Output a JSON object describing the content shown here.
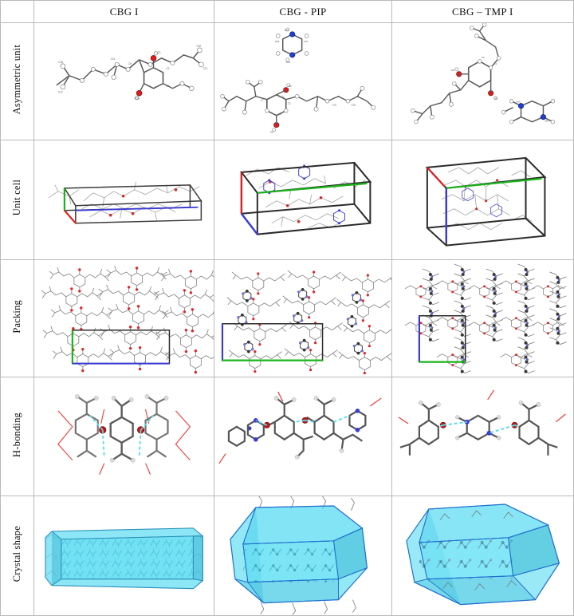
{
  "figure": {
    "type": "crystallography-comparison-table",
    "columns": [
      {
        "id": "cbg1",
        "label": "CBG I"
      },
      {
        "id": "cbgpip",
        "label": "CBG - PIP"
      },
      {
        "id": "cbgtmpi",
        "label": "CBG – TMP I"
      }
    ],
    "rows": [
      {
        "id": "asymmetric_unit",
        "label": "Asymmetric unit"
      },
      {
        "id": "unit_cell",
        "label": "Unit cell"
      },
      {
        "id": "packing",
        "label": "Packing"
      },
      {
        "id": "h_bonding",
        "label": "H-bonding"
      },
      {
        "id": "crystal_shape",
        "label": "Crystal shape"
      }
    ],
    "corner_label": ""
  },
  "colors": {
    "grid_line": "#b9b9b9",
    "bond_grey": "#5a5a5a",
    "carbon_grey": "#4a4a4a",
    "oxygen_red": "#e01b1b",
    "nitrogen_blue": "#1f3fd8",
    "hydrogen_white": "#ffffff",
    "axis_a_red": "#e02020",
    "axis_b_green": "#19b419",
    "axis_c_blue": "#3a3ad8",
    "cell_edge_black": "#2b2b2b",
    "hbond_cyan": "#55ddee",
    "hbond_red": "#ee2222",
    "crystal_face_cyan": "#45d7f0",
    "crystal_face_cyan_dark": "#2fb4cf",
    "crystal_edge_blue": "#1f6fd0",
    "background": "#ffffff"
  },
  "cells": {
    "asymmetric_unit": {
      "cbg1": {
        "render": "ortep-molecule",
        "description": "Single cannabigerol molecule, extended conformation, labelled thermal ellipsoids",
        "molecule_count": 1,
        "components": [
          "CBG"
        ],
        "atom_labels_visible": true,
        "heteroatoms": [
          {
            "element": "O",
            "count": 2,
            "color": "oxygen_red"
          }
        ]
      },
      "cbgpip": {
        "render": "ortep-molecule",
        "description": "Piperazine ring above a cannabigerol molecule",
        "molecule_count": 2,
        "components": [
          "PIP",
          "CBG"
        ],
        "atom_labels_visible": true,
        "heteroatoms": [
          {
            "element": "N",
            "count": 2,
            "color": "nitrogen_blue"
          },
          {
            "element": "O",
            "count": 2,
            "color": "oxygen_red"
          }
        ]
      },
      "cbgtmpi": {
        "render": "ortep-molecule",
        "description": "Cannabigerol molecule with tetramethylpyrazine co-former at lower right",
        "molecule_count": 2,
        "components": [
          "CBG",
          "TMP"
        ],
        "atom_labels_visible": true,
        "heteroatoms": [
          {
            "element": "N",
            "count": 2,
            "color": "nitrogen_blue"
          },
          {
            "element": "O",
            "count": 2,
            "color": "oxygen_red"
          }
        ]
      }
    },
    "unit_cell": {
      "cbg1": {
        "render": "unit-cell-box",
        "description": "Flat elongated parallelepiped viewed nearly edge-on, molecules inside",
        "box_aspect": "very elongated",
        "axes_shown": [
          "a",
          "b",
          "c"
        ]
      },
      "cbgpip": {
        "render": "unit-cell-box",
        "description": "Tilted parallelepiped with CBG chains and piperazine rings inside",
        "box_aspect": "elongated tilted",
        "axes_shown": [
          "a",
          "b",
          "c"
        ]
      },
      "cbgtmpi": {
        "render": "unit-cell-box",
        "description": "Near-cubic cell packed with stacked molecules",
        "box_aspect": "compact",
        "axes_shown": [
          "a",
          "b",
          "c"
        ]
      }
    },
    "packing": {
      "cbg1": {
        "render": "packing-diagram",
        "description": "Rows of wireframe CBG molecules with wide unit-cell rectangle",
        "cell_outline": "wide rectangle",
        "rows_visible": 6
      },
      "cbgpip": {
        "render": "packing-diagram",
        "description": "CBG layers alternating with dark piperazine rings, wide cell outline",
        "cell_outline": "wide rectangle",
        "rows_visible": 5
      },
      "cbgtmpi": {
        "render": "packing-diagram",
        "description": "Vertical columns of stacked molecules, near-square cell outline",
        "cell_outline": "square",
        "columns_visible": 5
      }
    },
    "h_bonding": {
      "cbg1": {
        "render": "hbond-diagram",
        "description": "Central CBG flanked by neighbours, cyan O-H...O contacts and red contact lines",
        "hbond_style": "cyan dashed",
        "donor_acceptor": "O-H...O"
      },
      "cbgpip": {
        "render": "hbond-diagram",
        "description": "Linear chain: piperazine - CBG - piperazine - CBG linked by cyan O-H...N bonds",
        "hbond_style": "cyan dashed",
        "donor_acceptor": "O-H...N"
      },
      "cbgtmpi": {
        "render": "hbond-diagram",
        "description": "CBG molecules bridged by tetramethylpyrazine via cyan O-H...N bonds",
        "hbond_style": "cyan dashed",
        "donor_acceptor": "O-H...N"
      }
    },
    "crystal_shape": {
      "cbg1": {
        "render": "bfdh-morphology",
        "description": "Elongated translucent cyan rectangular block (needle/plate habit)",
        "habit": "elongated block",
        "faces": 6
      },
      "cbgpip": {
        "render": "bfdh-morphology",
        "description": "Translucent cyan hexagonal prism, chains protruding top and bottom",
        "habit": "hexagonal prism",
        "faces": 8
      },
      "cbgtmpi": {
        "render": "bfdh-morphology",
        "description": "Translucent cyan blocky polyhedron with bevelled corners",
        "habit": "blocky polyhedron",
        "faces": 10
      }
    }
  }
}
